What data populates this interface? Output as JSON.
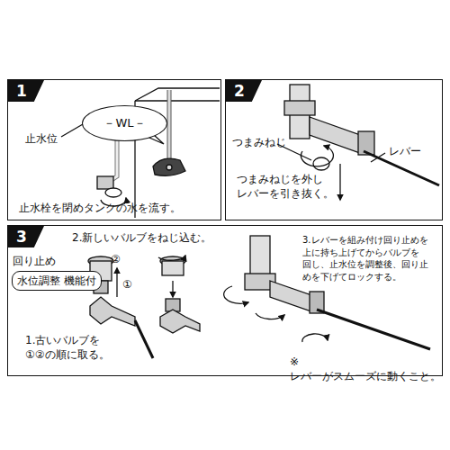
{
  "diagram": {
    "nodes": [
      {
        "text": [
          "1",
          "止水栓を閉めタンクの水を流す。"
        ]
      },
      {
        "text": [
          "－WL－"
        ],
        "in": 0
      },
      {
        "text": [
          "2",
          "つまみねじを外し レバーを引き抜く。"
        ]
      },
      {
        "text": [
          "3"
        ]
      },
      {
        "text": [
          "水位調整 機能付"
        ],
        "in": 3
      }
    ],
    "labels": [
      "止水位",
      "つまみねじ",
      "レバー",
      "2.新しいバルブをねじ込む。",
      "回り止め",
      "②",
      "①",
      "1.古いバルブを ①②の順に取る。",
      "3.レバーを組み付け回り止めを 上に持ち上げてからバルブを 回し、止水位を調整後、回り止 めを下げてロックする。",
      "※レバーがスムーズに動くこと。"
    ]
  }
}
